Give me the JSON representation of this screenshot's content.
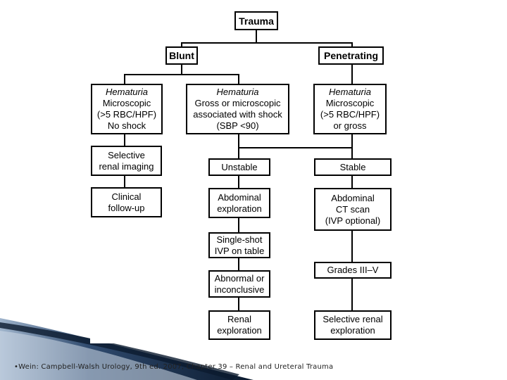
{
  "flowchart": {
    "trauma": "Trauma",
    "blunt": "Blunt",
    "penetrating": "Penetrating",
    "hema_micro": {
      "title": "Hematuria",
      "lines": [
        "Microscopic",
        "(>5 RBC/HPF)",
        "No shock"
      ]
    },
    "hema_gross": {
      "title": "Hematuria",
      "lines": [
        "Gross or microscopic",
        "associated with shock",
        "(SBP <90)"
      ]
    },
    "hema_pen": {
      "title": "Hematuria",
      "lines": [
        "Microscopic",
        "(>5 RBC/HPF)",
        "or gross"
      ]
    },
    "selective_imaging": [
      "Selective",
      "renal imaging"
    ],
    "clinical_followup": [
      "Clinical",
      "follow-up"
    ],
    "unstable": "Unstable",
    "stable": "Stable",
    "abdominal_exploration": [
      "Abdominal",
      "exploration"
    ],
    "single_shot_ivp": [
      "Single-shot",
      "IVP on table"
    ],
    "abnormal": [
      "Abnormal or",
      "inconclusive"
    ],
    "renal_exploration": [
      "Renal",
      "exploration"
    ],
    "abdominal_ct": [
      "Abdominal",
      "CT scan",
      "(IVP optional)"
    ],
    "grades": "Grades III–V",
    "selective_renal_exploration": [
      "Selective renal",
      "exploration"
    ]
  },
  "footer": {
    "citation": "•Wein: Campbell-Walsh Urology, 9th ed. 2007, Chapter 39 – Renal and Ureteral Trauma"
  },
  "colors": {
    "swoosh_dark": "#0b1a2e",
    "swoosh_mid": "#2f4a6e",
    "swoosh_light": "#9fb4cc"
  }
}
